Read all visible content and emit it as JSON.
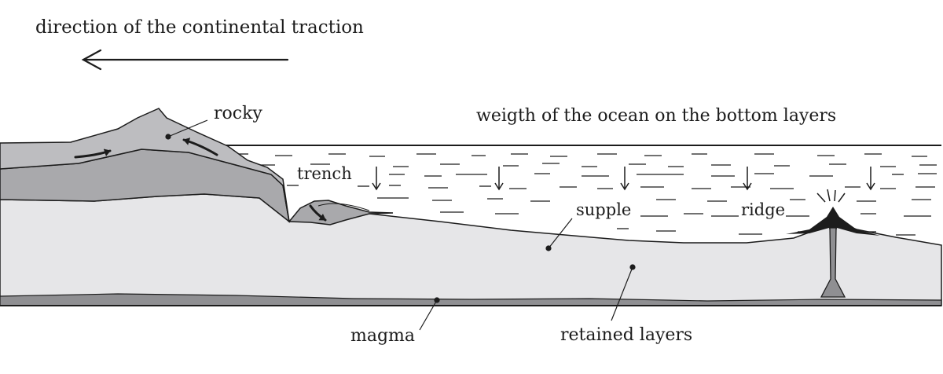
{
  "title": "direction of the continental traction",
  "labels": {
    "rocky": "rocky",
    "weight": "weigth of the ocean on the bottom layers",
    "trench": "trench",
    "supple": "supple",
    "ridge": "ridge",
    "magma": "magma",
    "retained": "retained layers"
  },
  "colors": {
    "line": "#1c1c1c",
    "crust_dark": "#bdbdc0",
    "crust_medium": "#a9a9ac",
    "mantle_light": "#e6e6e8",
    "magma_band": "#8f8f92",
    "ridge_fill": "#1c1c1c"
  },
  "icons": {
    "traction_arrow": "left-arrow",
    "weight_arrows": "down-arrow",
    "motion_arrows": "curved-arrow",
    "eruption": "ridge-eruption"
  }
}
